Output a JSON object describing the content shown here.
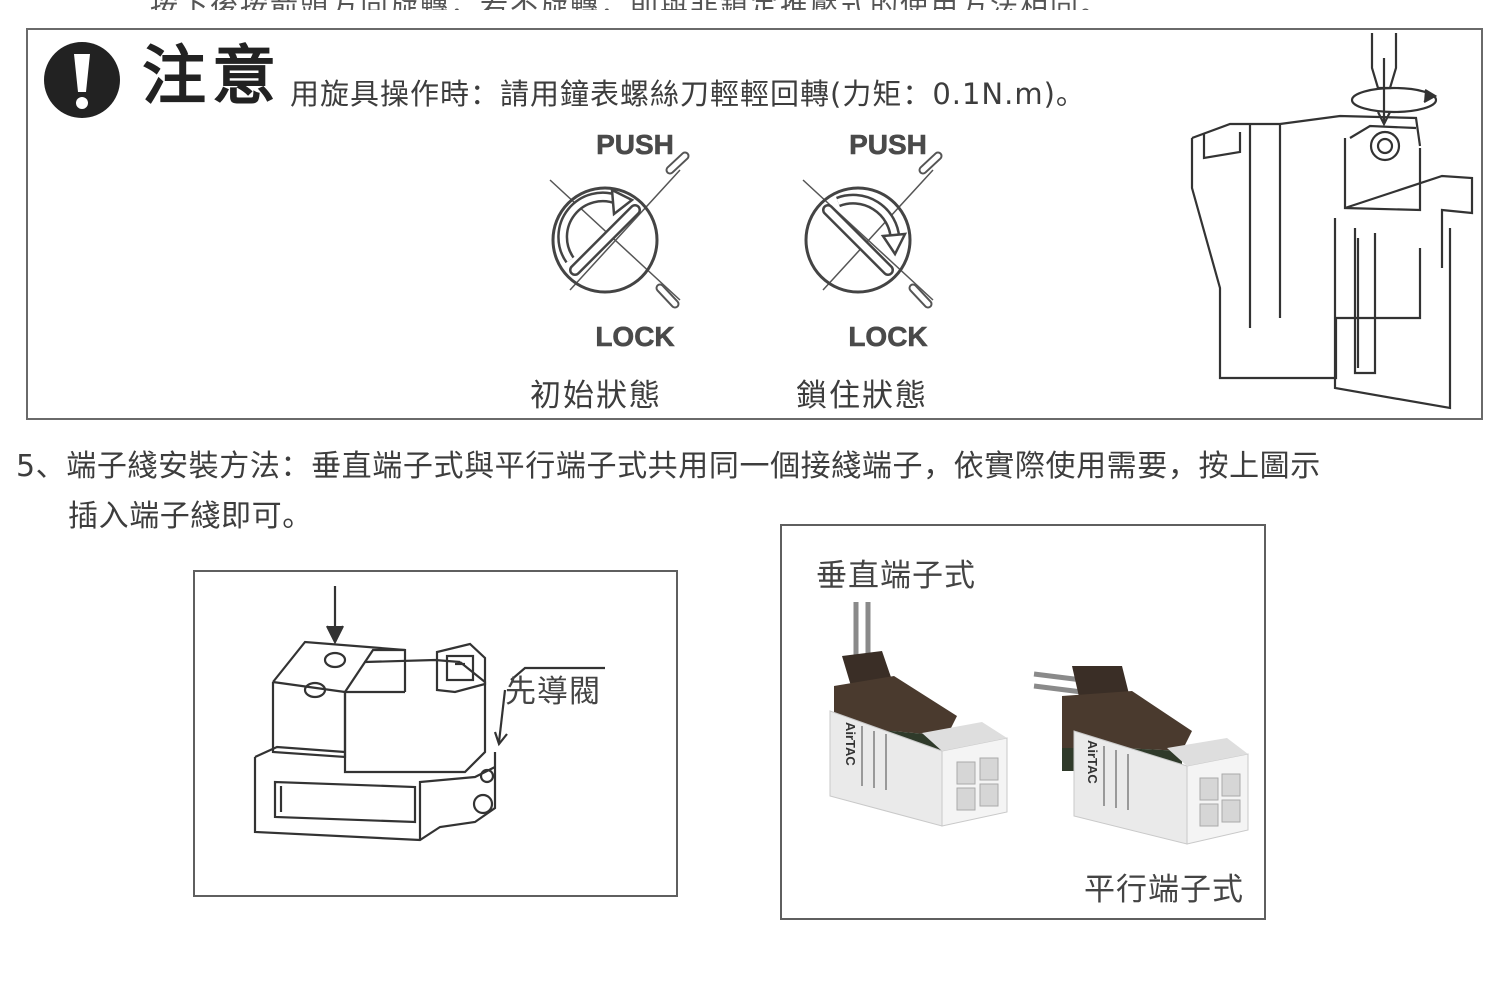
{
  "page": {
    "top_cut_text": "按下後按箭頭方向旋轉，若不旋轉，則與非鎖定推壓式的使用方法相同。"
  },
  "caution": {
    "title": "注意",
    "text": "用旋具操作時：請用鐘表螺絲刀輕輕回轉(力矩：0.1N.m)。",
    "states": [
      {
        "push_label": "PUSH",
        "lock_label": "LOCK",
        "caption": "初始狀態"
      },
      {
        "push_label": "PUSH",
        "lock_label": "LOCK",
        "caption": "鎖住狀態"
      }
    ]
  },
  "step5": {
    "line1": "5、端子綫安裝方法：垂直端子式與平行端子式共用同一個接綫端子，依實際使用需要，按上圖示",
    "line2": "插入端子綫即可。"
  },
  "figure_left": {
    "callout": "先導閥"
  },
  "figure_right": {
    "label_vertical": "垂直端子式",
    "label_parallel": "平行端子式",
    "brand": "AirTAC"
  }
}
